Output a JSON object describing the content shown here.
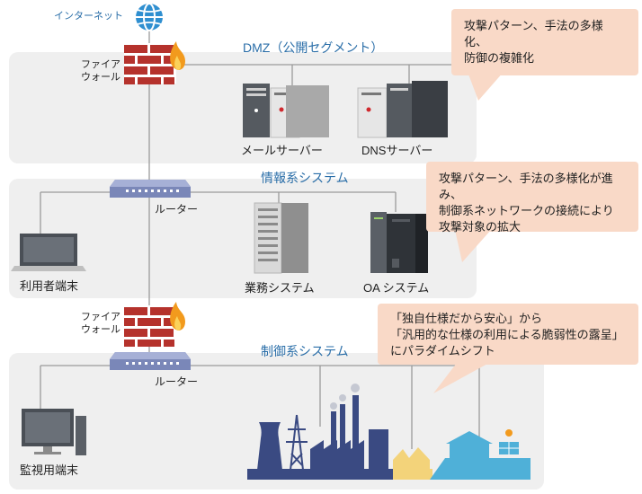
{
  "internet": {
    "label": "インターネット"
  },
  "firewall_top": {
    "line1": "ファイア",
    "line2": "ウォール"
  },
  "firewall_mid": {
    "line1": "ファイア",
    "line2": "ウォール"
  },
  "dmz": {
    "title": "DMZ（公開セグメント）",
    "mail_server": "メールサーバー",
    "dns_server": "DNSサーバー"
  },
  "info_system": {
    "title": "情報系システム",
    "router": "ルーター",
    "user_terminal": "利用者端末",
    "business_system": "業務システム",
    "oa_system": "OA システム"
  },
  "control_system": {
    "title": "制御系システム",
    "router": "ルーター",
    "monitor_terminal": "監視用端末"
  },
  "callouts": {
    "c1": [
      "攻撃パターン、手法の多様化、",
      "防御の複雑化"
    ],
    "c2": [
      "攻撃パターン、手法の多様化が進み、",
      "制御系ネットワークの接続により",
      "攻撃対象の拡大"
    ],
    "c3": [
      "「独自仕様だから安心」から",
      "「汎用的な仕様の利用による脆弱性の露呈」",
      "にパラダイムシフト"
    ]
  },
  "colors": {
    "zone_bg": "#efefef",
    "title_blue": "#2a6ea8",
    "callout_bg": "#f9d9c7",
    "firewall_red": "#b5322c",
    "flame_orange": "#f29a1d",
    "plant_navy": "#3a4a82",
    "solar_yellow": "#f3d37a",
    "water_blue": "#4fb0d8"
  }
}
